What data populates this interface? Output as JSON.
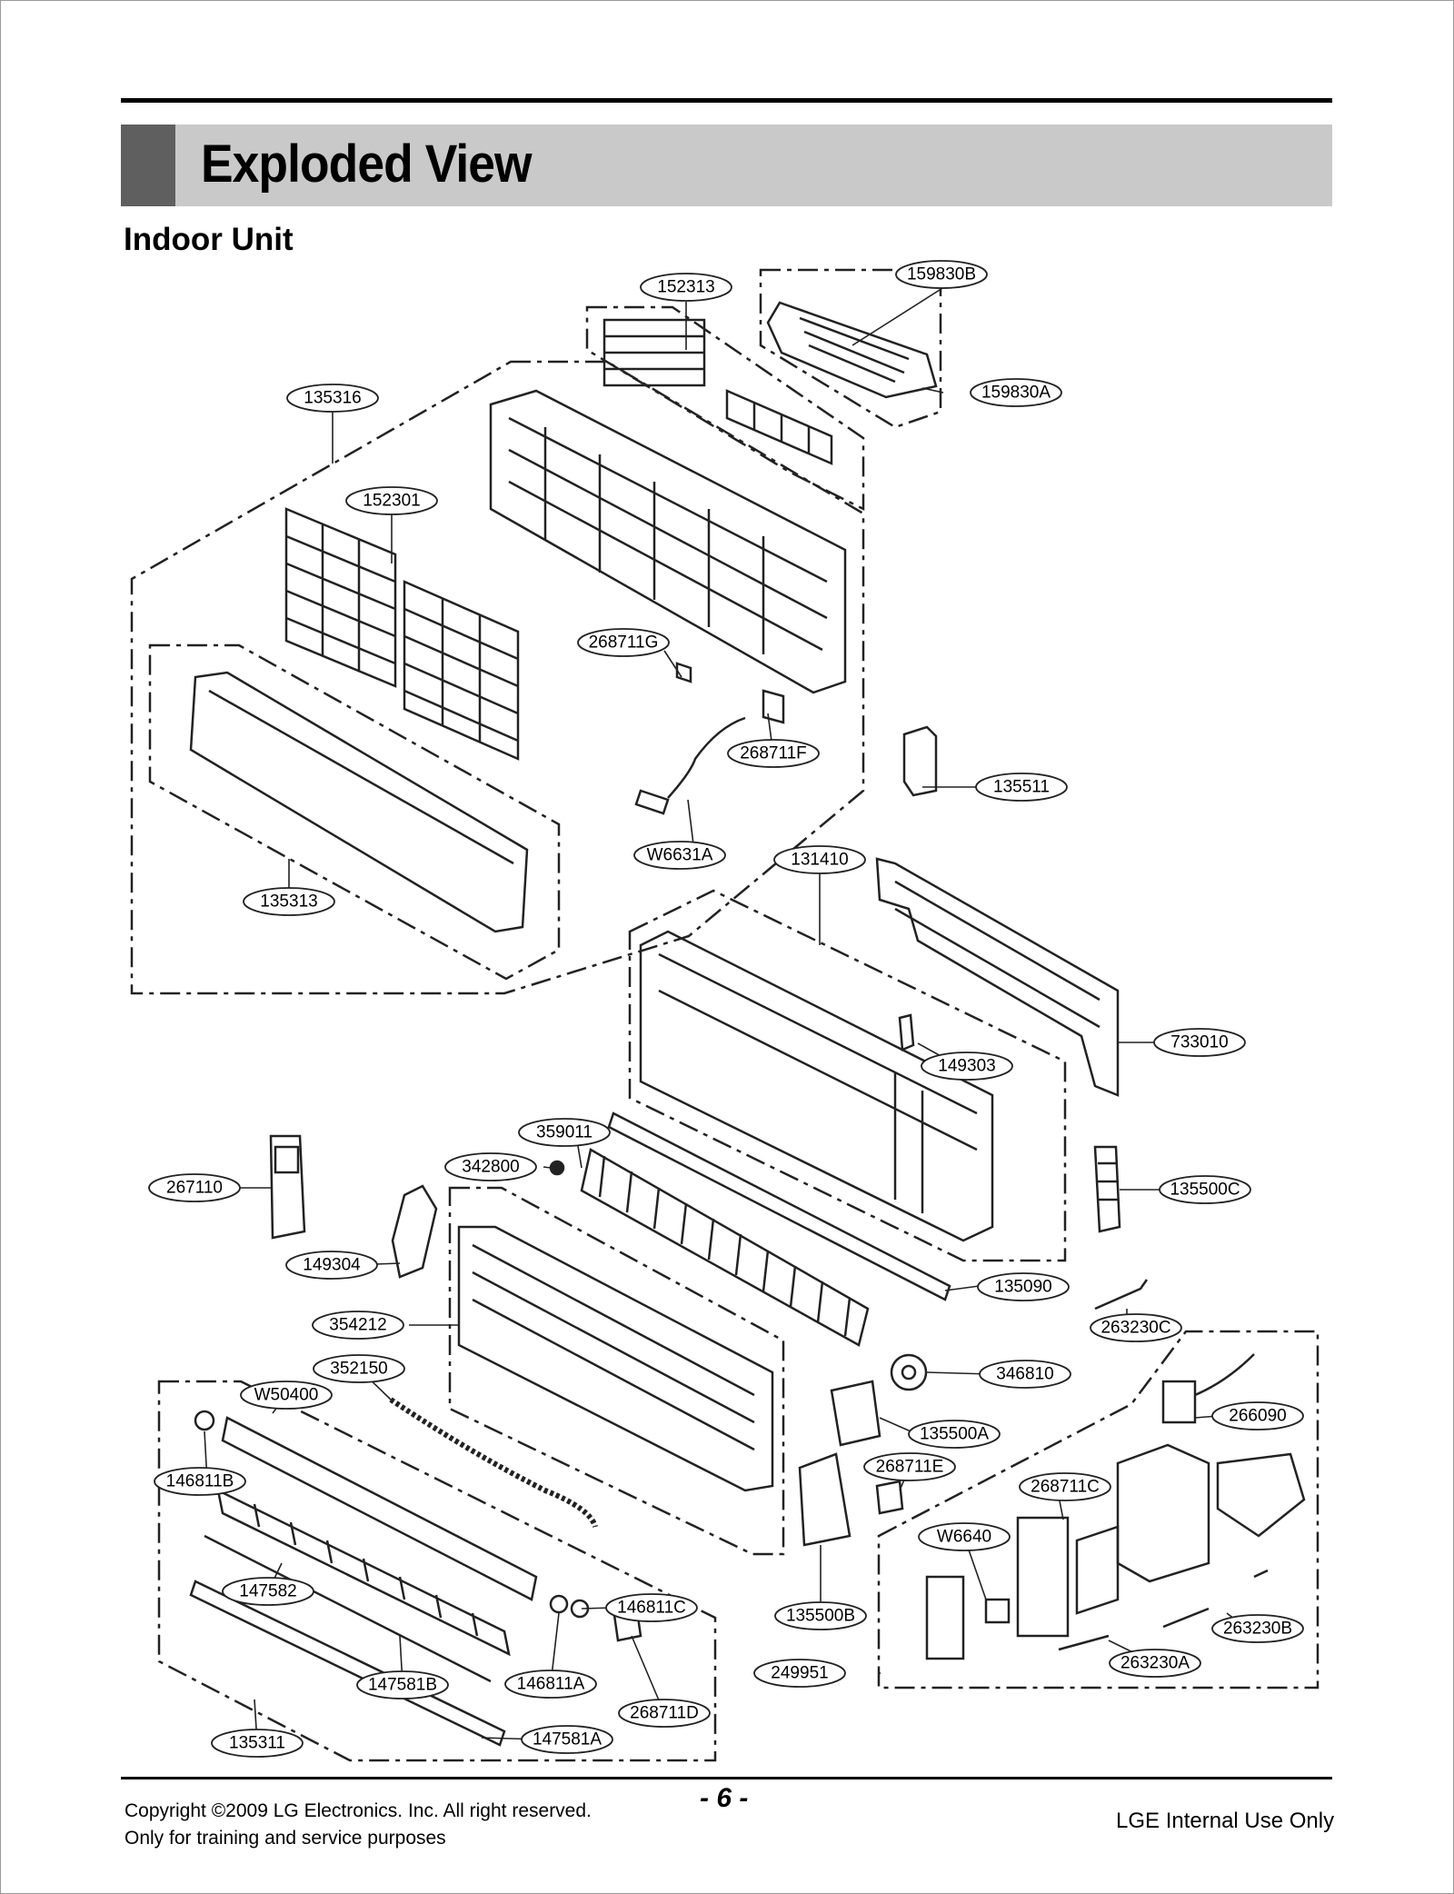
{
  "header": {
    "title": "Exploded View"
  },
  "section": {
    "title": "Indoor Unit"
  },
  "parts": {
    "p152313": "152313",
    "p159830B": "159830B",
    "p159830A": "159830A",
    "p135316": "135316",
    "p152301": "152301",
    "p268711G": "268711G",
    "p268711F": "268711F",
    "p135511": "135511",
    "pW6631A": "W6631A",
    "p131410": "131410",
    "p135313": "135313",
    "p733010": "733010",
    "p149303": "149303",
    "p359011": "359011",
    "p342800": "342800",
    "p267110": "267110",
    "p135500C": "135500C",
    "p149304": "149304",
    "p135090": "135090",
    "p354212": "354212",
    "p263230C": "263230C",
    "p352150": "352150",
    "p346810": "346810",
    "pW50400": "W50400",
    "p266090": "266090",
    "p135500A": "135500A",
    "p146811B": "146811B",
    "p268711E": "268711E",
    "p268711C": "268711C",
    "pW6640": "W6640",
    "p147582": "147582",
    "p146811C": "146811C",
    "p135500B": "135500B",
    "p263230B": "263230B",
    "p263230A": "263230A",
    "p249951": "249951",
    "p146811A": "146811A",
    "p147581B": "147581B",
    "p268711D": "268711D",
    "p135311": "135311",
    "p147581A": "147581A"
  },
  "footer": {
    "copyright_line1": "Copyright ©2009 LG Electronics. Inc. All right reserved.",
    "copyright_line2": "Only for training and service purposes",
    "page_number": "- 6 -",
    "internal_use": "LGE Internal Use Only"
  }
}
